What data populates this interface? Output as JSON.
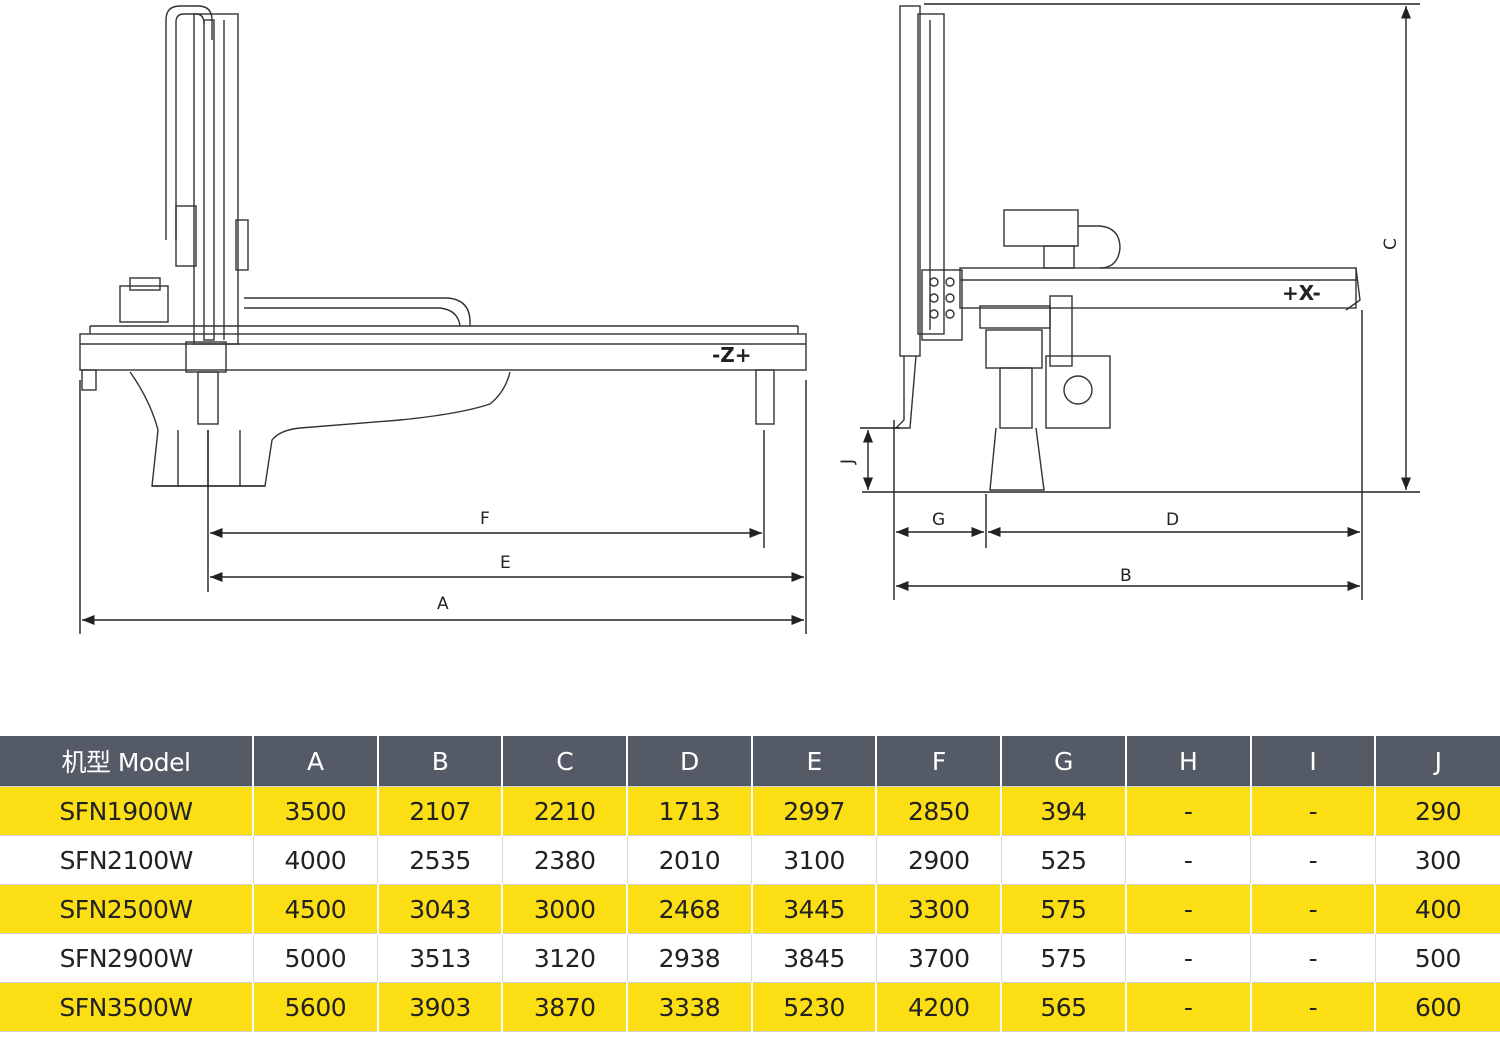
{
  "drawing": {
    "side_view": {
      "axis_label": "-Z+",
      "dimension_labels": [
        "F",
        "E",
        "A"
      ]
    },
    "front_view": {
      "axis_label": "+X-",
      "dimension_labels": [
        "C",
        "J",
        "G",
        "D",
        "B"
      ]
    }
  },
  "table": {
    "headers": [
      "机型 Model",
      "A",
      "B",
      "C",
      "D",
      "E",
      "F",
      "G",
      "H",
      "I",
      "J"
    ],
    "rows": [
      [
        "SFN1900W",
        "3500",
        "2107",
        "2210",
        "1713",
        "2997",
        "2850",
        "394",
        "-",
        "-",
        "290"
      ],
      [
        "SFN2100W",
        "4000",
        "2535",
        "2380",
        "2010",
        "3100",
        "2900",
        "525",
        "-",
        "-",
        "300"
      ],
      [
        "SFN2500W",
        "4500",
        "3043",
        "3000",
        "2468",
        "3445",
        "3300",
        "575",
        "-",
        "-",
        "400"
      ],
      [
        "SFN2900W",
        "5000",
        "3513",
        "3120",
        "2938",
        "3845",
        "3700",
        "575",
        "-",
        "-",
        "500"
      ],
      [
        "SFN3500W",
        "5600",
        "3903",
        "3870",
        "3338",
        "5230",
        "4200",
        "565",
        "-",
        "-",
        "600"
      ]
    ]
  },
  "colors": {
    "header_bg": "#545a66",
    "highlight_row": "#fbde14"
  }
}
